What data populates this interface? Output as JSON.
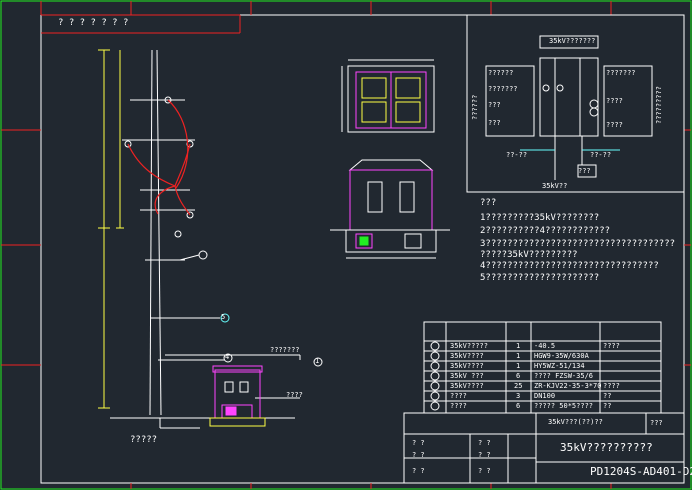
{
  "sheet": {
    "corner_title": "? ? ? ? ? ? ?",
    "pole_caption": "?????",
    "pole_balloons": [
      "5",
      "4",
      "1"
    ],
    "annot_bottom": "???????",
    "annot_side": "????"
  },
  "wiring": {
    "title": "35kV???????",
    "left_box_lines": [
      "??????",
      "???????",
      "???",
      "???"
    ],
    "left_vertical": "??????",
    "right_box_lines": [
      "???????",
      "????",
      "????"
    ],
    "right_vertical": "?????????",
    "left_cable": "??-??",
    "right_cable": "??-??",
    "bottom_label": "35kV??",
    "right_box_label": "???"
  },
  "notes": {
    "heading": "???",
    "lines": [
      "1?????????35kV????????",
      "2??????????4????????????",
      "3???????????????????????????????????",
      "  ?????35kV?????????",
      "4????????????????????????????????",
      "5?????????????????????"
    ]
  },
  "materials": {
    "rows": [
      {
        "name": "35kV?????",
        "qty": "1",
        "spec": "-40.5",
        "note": "????"
      },
      {
        "name": "35kV????",
        "qty": "1",
        "spec": "HGW9-35W/630A",
        "note": ""
      },
      {
        "name": "35kV????",
        "qty": "1",
        "spec": "HY5WZ-51/134",
        "note": ""
      },
      {
        "name": "35kV ???",
        "qty": "6",
        "spec": "???? FZSW-35/6",
        "note": ""
      },
      {
        "name": "35kV????",
        "qty": "25",
        "spec": "ZR-KJV22-35-3*70",
        "note": "????"
      },
      {
        "name": "????",
        "qty": "3",
        "spec": "DN100",
        "note": "??"
      },
      {
        "name": "????",
        "qty": "6",
        "spec": "????? 50*5????",
        "note": "??"
      }
    ]
  },
  "title_block": {
    "project": "35kV???(??)??",
    "drawing_title": "35kV??????????",
    "drawing_no": "PD1204S-AD401-D2",
    "stage": "???",
    "left_cells": [
      "? ?",
      "? ?",
      "? ?"
    ],
    "mid_cells": [
      "? ?",
      "? ?",
      "? ?"
    ]
  }
}
